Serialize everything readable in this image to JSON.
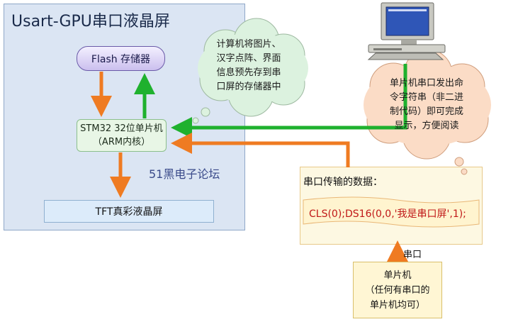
{
  "title": "Usart-GPU串口液晶屏",
  "flash_label": "Flash 存储器",
  "cpu_lines": [
    "STM32 32位单片机",
    "（ARM内核）"
  ],
  "tft_label": "TFT真彩液晶屏",
  "watermark": "51黑电子论坛",
  "cloud_pc_lines": [
    "计算机将图片、",
    "汉字点阵、界面",
    "信息预先存到串",
    "口屏的存储器中"
  ],
  "cloud_mcu_lines": [
    "单片机串口发出命",
    "令字符串（非二进",
    "制代码）即可完成",
    "显示，方便阅读"
  ],
  "data_title": "串口传输的数据：",
  "command_text": "CLS(0);DS16(0,0,'我是串口屏',1);",
  "serial_label": "串口",
  "mcu_lines": [
    "单片机",
    "（任何有串口的",
    "单片机均可）"
  ],
  "colors": {
    "orange_arrow": "#ef7b22",
    "green_arrow": "#1fb12e",
    "panel_blue": "#dbe5f3",
    "command_red": "#c01818"
  }
}
